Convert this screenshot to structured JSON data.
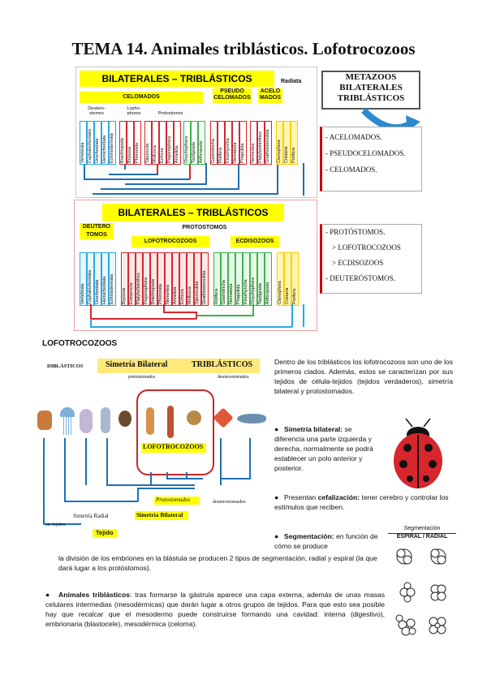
{
  "title": "TEMA 14. Animales triblásticos. Lofotrocozoos",
  "diagram1": {
    "header": "BILATERALES – TRIBLÁSTICOS",
    "radiata": "Radiata",
    "groups": [
      "CELOMADOS",
      "PSEUDO CELOMADOS",
      "ACELO MADOS"
    ],
    "subgroups": [
      "Deutero- stomes",
      "Lopho- phores",
      "Protostomes"
    ],
    "columns": [
      "Vertebrata",
      "Cephalochordata",
      "Urochordata",
      "Hemichordata",
      "Echinodermata",
      "Brachiopoda",
      "Bryozoa",
      "Phoronida",
      "Sipuncula",
      "Mollusca",
      "Echiura",
      "Pogonophora",
      "Annelida",
      "Onychophora",
      "Tardigrada",
      "Arthropoda",
      "Gastrotricha",
      "Rotifera",
      "Kinorhyncha",
      "Nematoda",
      "Priapulida",
      "Nemertea",
      "Platyhelminthes",
      "Gnathostomulida",
      "Ctenophora",
      "Cnidaria",
      "Porifera"
    ]
  },
  "meta_box": {
    "lines": [
      "METAZOOS",
      "BILATERALES",
      "TRIBLÁSTICOS"
    ]
  },
  "meta_list": [
    "- ACELOMADOS.",
    "- PSEUDOCELOMADOS.",
    "- CELOMADOS."
  ],
  "diagram2": {
    "header": "BILATERALES – TRIBLÁSTICOS",
    "deutero": "DEUTERO TOMOS",
    "proto": "PROTOSTOMOS",
    "lofo": "LOFOTROCOZOOS",
    "ecdi": "ECDISOZOOS",
    "columns": [
      "Vertebrata",
      "Cephalochordata",
      "Urochordata",
      "Hemichordata",
      "Echinodermata",
      "Bryozoa",
      "Entoprocta",
      "Platyhelminthes",
      "Pogonophora",
      "Brachiopoda",
      "Phoronida",
      "Nemertea",
      "Annelida",
      "Echiura",
      "Mollusca",
      "Sipunculida",
      "Gnathostomulida",
      "Rotifera",
      "Gastrotricha",
      "Nematoda",
      "Priapulida",
      "Kinorhyncha",
      "Onychophora",
      "Tardigrada",
      "Arthropoda",
      "Ctenophora",
      "Cnidaria",
      "Porifera"
    ]
  },
  "proto_list": [
    "- PROTÓSTOMOS.",
    "> LOFOTROCOZOOS",
    "> ECDISOZOOS",
    "- DEUTERÓSTOMOS."
  ],
  "section_title": "LOFOTROCOZOOS",
  "diagram3": {
    "dib": "DIBLÁSTICOS",
    "header_a": "Simetría Bilateral",
    "header_b": "TRIBLÁSTICOS",
    "sub_proto": "protostomados",
    "sub_deutero": "deuterostomados",
    "lofo": "LOFOTROCOZOOS",
    "proto_label": "Protostomados",
    "deutero_label": "deuterostomados",
    "sim_radial": "Simetría Radial",
    "sim_bilateral": "Simetría Bilateral",
    "tejido": "Tejido",
    "sin_tejido": "sin tejidos"
  },
  "intro": "Dentro de los triblásticos los lofotrocozoos son uno de los primeros clados. Además, estos se caracterizan por sus tejidos de célula-tejidos (tejidos verdaderos), simetría bilateral y protostomados.",
  "bullets": {
    "sim_label": "Simetría bilateral:",
    "sim_text": " se diferencia una parte izquierda y derecha, normalmente se podrá establecer un polo anterior y posterior.",
    "cef_pre": "Presentan ",
    "cef_label": "cefalización:",
    "cef_text": " tener cerebro y controlar los estímulos que reciben.",
    "seg_label": "Segmentación:",
    "seg_text1": " en función de cómo se produce",
    "seg_text2": "la división de los embriones en la blástula se producen 2 tipos de segmentación, radial y espiral (la que dará lugar a los protóstomos).",
    "trib_label": "Animales triblásticos",
    "trib_text": ": tras formarse la gástrula aparece una capa externa, además de unas masas celulares intermedias (mesodérmicas) que darán lugar a otros grupos de tejidos. Para que esto sea posible hay que recalcar que el mesodermo puede construirse formando una cavidad: interna (digestivo), embrionaria (blastocele), mesodérmica (celoma)."
  },
  "seg_fig": {
    "title": "Segmentación",
    "sub": "ESPIRAL / RADIAL"
  },
  "colors": {
    "yellow": "#ffff00",
    "red": "#d7262d",
    "blue": "#1f6fb5",
    "green": "#3db54a",
    "cyan": "#27a9e1"
  }
}
